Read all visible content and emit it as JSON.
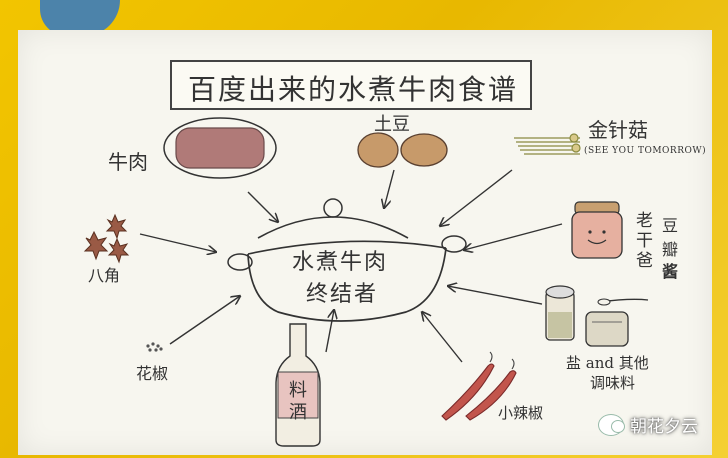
{
  "title": "百度出来的水煮牛肉食谱",
  "center": {
    "line1": "水煮牛肉",
    "line2": "终结者"
  },
  "ingredients": {
    "beef": "牛肉",
    "potato": "土豆",
    "enoki": "金针菇",
    "enoki_note": "(SEE YOU TOMORROW)",
    "laoganma_1": "老",
    "laoganma_2": "干",
    "laoganma_3": "爸",
    "bean_paste_1": "豆",
    "bean_paste_2": "瓣",
    "bean_paste_3": "酱",
    "star_anise": "八角",
    "sichuan_pepper": "花椒",
    "cooking_wine_1": "料",
    "cooking_wine_2": "酒",
    "chili": "小辣椒",
    "salt_line1": "盐 and 其他",
    "salt_line2": "调味料"
  },
  "watermark": "朝花夕云",
  "colors": {
    "board": "#f7f6ef",
    "frame": "#f2c500",
    "meat": "#b07a78",
    "potato": "#c79a6a",
    "chili": "#c2554c",
    "ink": "#333333"
  }
}
